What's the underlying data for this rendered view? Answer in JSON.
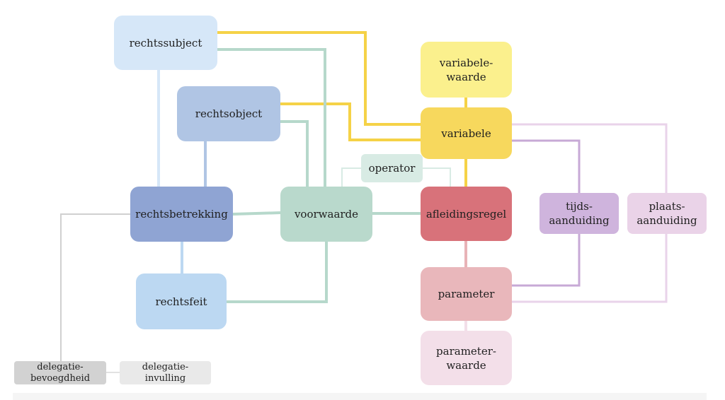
{
  "colors": {
    "yellow": "#f5d247",
    "teal": "#b6d8cb",
    "blue_light": "#d6e7f8",
    "blue_mid": "#b0c5e4",
    "lilac_line": "#c7a9d6",
    "pink_line": "#e9d3ea",
    "grey_line": "#d0d0d0",
    "red": "#d8727a",
    "rose": "#e9b7bb",
    "salmon_line": "#e8b3b7"
  },
  "nodes": {
    "rechtssubject": {
      "label": "rechtssubject",
      "color": "#d6e7f8"
    },
    "rechtsobject": {
      "label": "rechtsobject",
      "color": "#b0c5e4"
    },
    "rechtsbetrekking": {
      "label": "rechtsbetrekking",
      "color": "#8fa4d3"
    },
    "rechtsfeit": {
      "label": "rechtsfeit",
      "color": "#bcd8f2"
    },
    "voorwaarde": {
      "label": "voorwaarde",
      "color": "#b9d9cc"
    },
    "operator": {
      "label": "operator",
      "color": "#d8ebe4"
    },
    "variabele_waarde": {
      "label": "variabele-\nwaarde",
      "color": "#fbf08d"
    },
    "variabele": {
      "label": "variabele",
      "color": "#f7d85d"
    },
    "afleidingsregel": {
      "label": "afleidingsregel",
      "color": "#d8727a"
    },
    "parameter": {
      "label": "parameter",
      "color": "#e9b7bb"
    },
    "parameter_waarde": {
      "label": "parameter-\nwaarde",
      "color": "#f3dfe9"
    },
    "tijdsaanduiding": {
      "label": "tijds-\naanduiding",
      "color": "#cfb4dd"
    },
    "plaatsaanduiding": {
      "label": "plaats-\naanduiding",
      "color": "#ead3e8"
    },
    "delegatiebevoegdheid": {
      "label": "delegatie-\nbevoegdheid",
      "color": "#d2d2d2"
    },
    "delegatieinvulling": {
      "label": "delegatie-\ninvulling",
      "color": "#e9e9e9"
    }
  }
}
